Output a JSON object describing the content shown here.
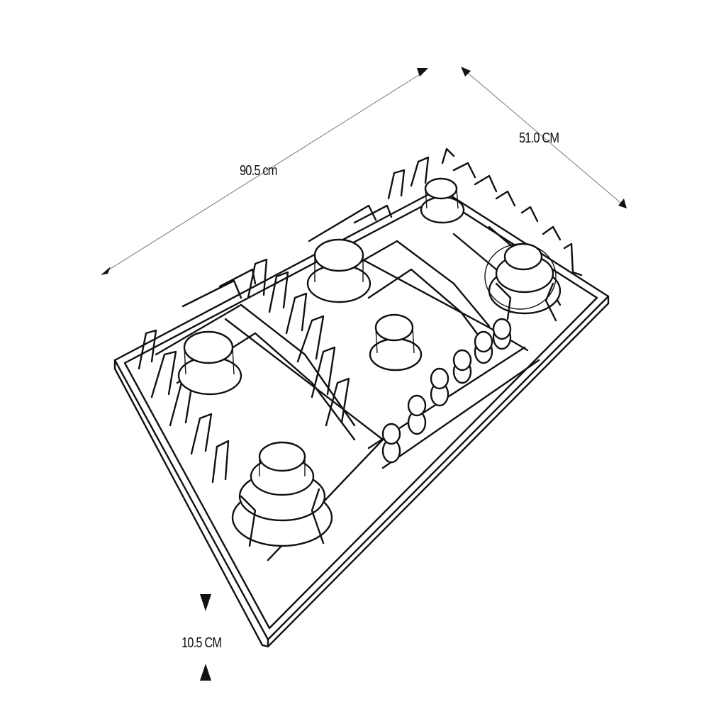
{
  "dimensions": {
    "width": "90.5 cm",
    "depth": "51.0 CM",
    "height": "10.5 CM"
  },
  "colors": {
    "line": "#111111",
    "dimension_line": "#777777",
    "background": "#ffffff"
  }
}
